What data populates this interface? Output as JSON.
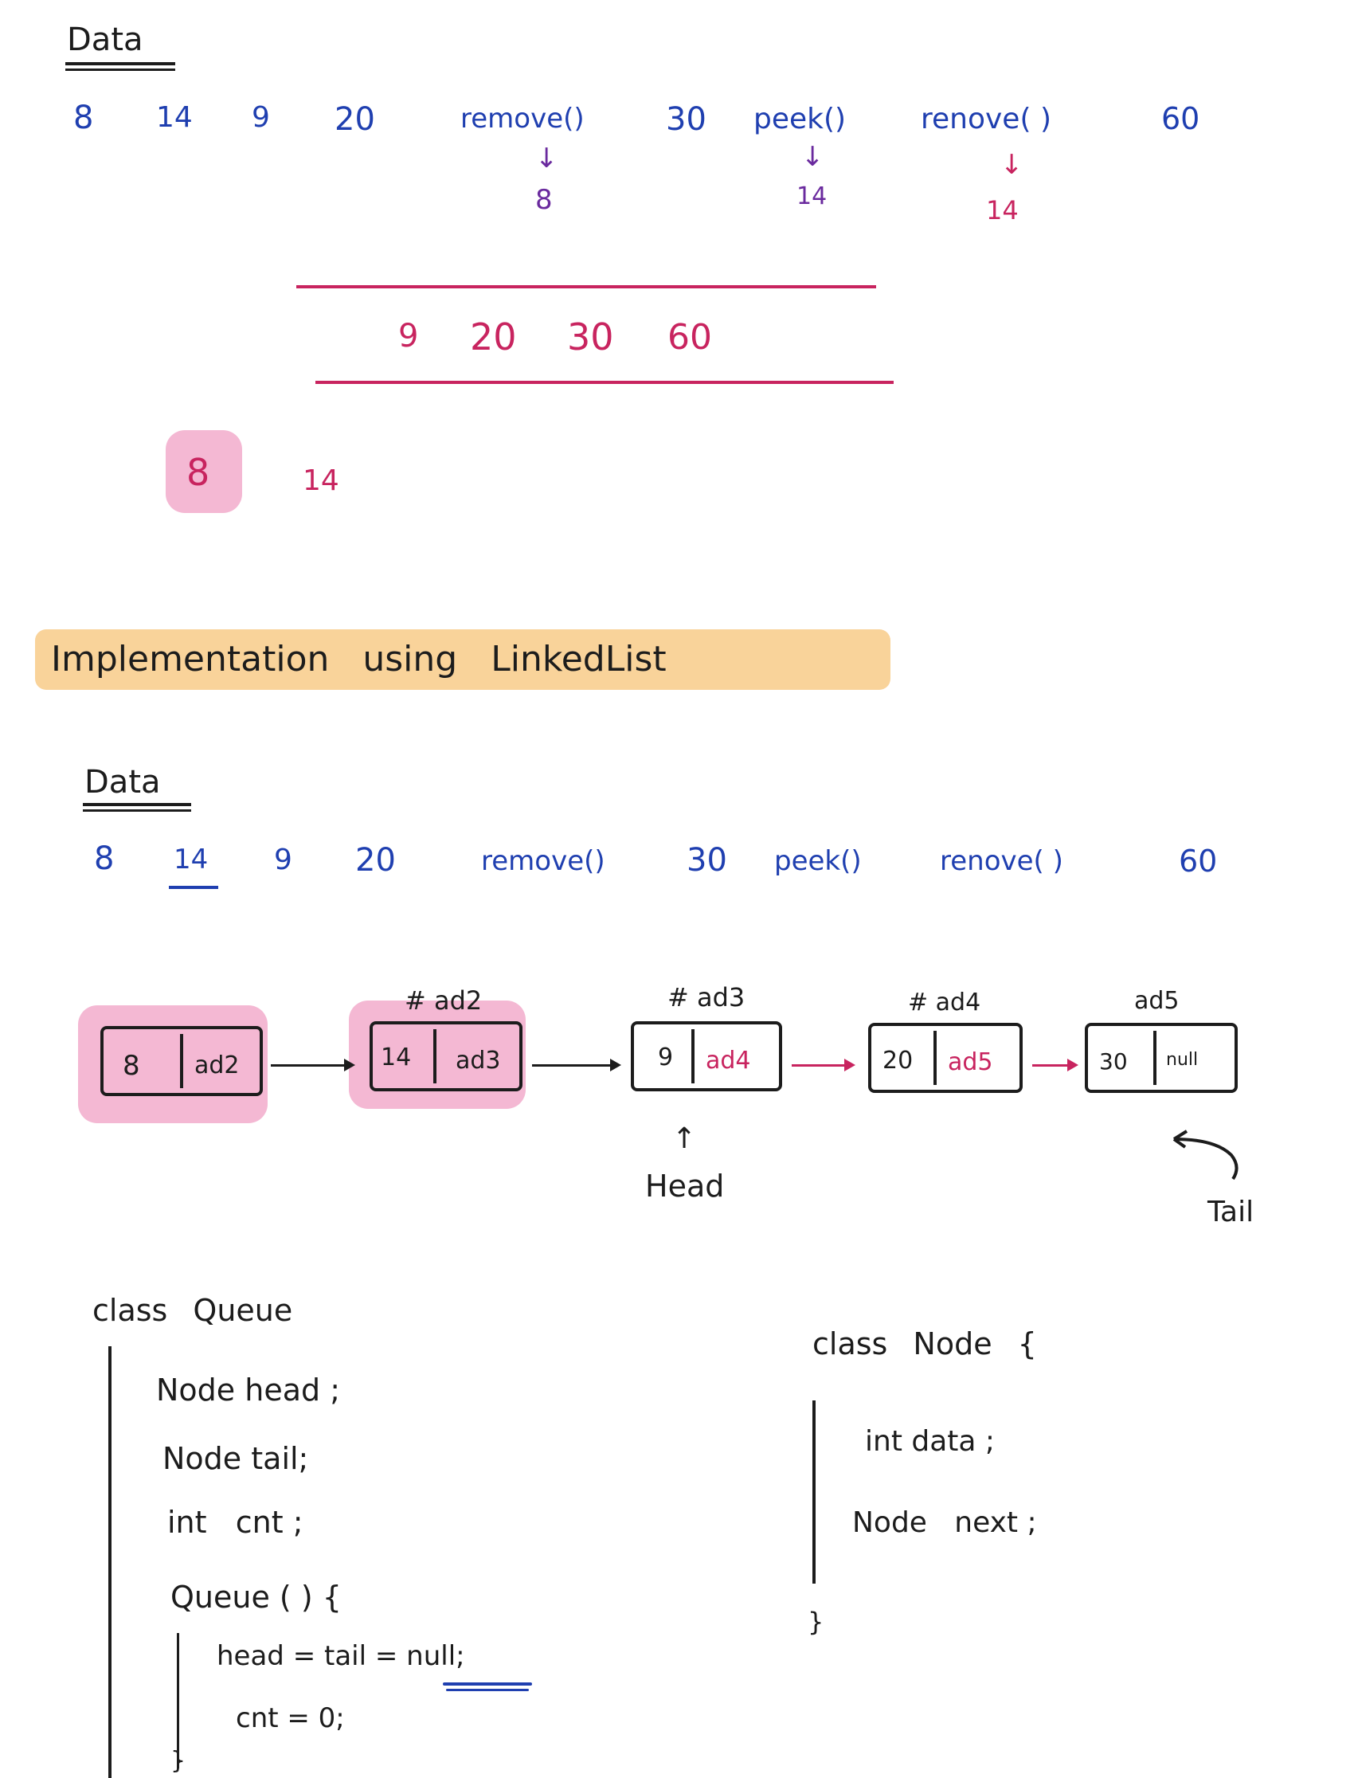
{
  "section1": {
    "heading": "Data",
    "sequence": [
      "8",
      "14",
      "9",
      "20",
      "remove()",
      "30",
      "peek()",
      "renove( )",
      "60"
    ],
    "result_remove1": "8",
    "result_peek": "14",
    "result_remove2": "14",
    "queue_contents": [
      "9",
      "20",
      "30",
      "60"
    ],
    "removed_values": [
      "8",
      "14"
    ]
  },
  "banner": "Implementation using LinkedList",
  "section2": {
    "heading": "Data",
    "sequence": [
      "8",
      "14",
      "9",
      "20",
      "remove()",
      "30",
      "peek()",
      "renove( )",
      "60"
    ],
    "nodes": [
      {
        "value": "8",
        "next": "ad2",
        "address": "",
        "highlighted": true
      },
      {
        "value": "14",
        "next": "ad3",
        "address": "# ad2",
        "highlighted": true
      },
      {
        "value": "9",
        "next": "ad4",
        "address": "# ad3",
        "highlighted": false
      },
      {
        "value": "20",
        "next": "ad5",
        "address": "# ad4",
        "highlighted": false
      },
      {
        "value": "30",
        "next": "null",
        "address": "ad5",
        "highlighted": false
      }
    ],
    "head_label": "Head",
    "tail_label": "Tail"
  },
  "class_queue": {
    "header": "class Queue",
    "fields": [
      "Node head ;",
      "Node tail;",
      "int   cnt ;"
    ],
    "constructor": "Queue ( ) {",
    "body": [
      "head = tail = null;",
      "cnt = 0;"
    ],
    "close": "}"
  },
  "class_node": {
    "header": "class Node {",
    "fields": [
      "int data ;",
      "Node   next ;"
    ],
    "close": "}"
  },
  "colors": {
    "ink": "#1c1c1c",
    "blue": "#1f3fb0",
    "pink": "#c8245f",
    "purple": "#6a2a9e",
    "highlight": "#f4b8d3",
    "banner": "#f9d39a"
  }
}
